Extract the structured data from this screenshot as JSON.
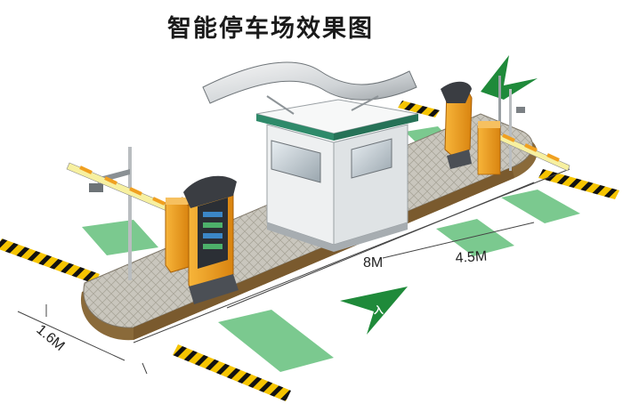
{
  "title": "智能停车场效果图",
  "dimensions": {
    "width_8m": "8M",
    "width_4_5m": "4.5M",
    "width_1_6m": "1.6M"
  },
  "colors": {
    "island": "#b8b4a8",
    "curb": "#8a6a3a",
    "parking_stripe": "#7bc98f",
    "barrier_orange": "#f0a020",
    "hazard_yellow": "#f5c400",
    "direction_arrow": "#1f8a3a",
    "booth_wall": "#f2f4f5",
    "booth_trim": "#2f8a6a"
  },
  "icons": {
    "direction_arrow": "green-triangle-arrow-icon",
    "flag_sign": "green-flag-icon"
  }
}
